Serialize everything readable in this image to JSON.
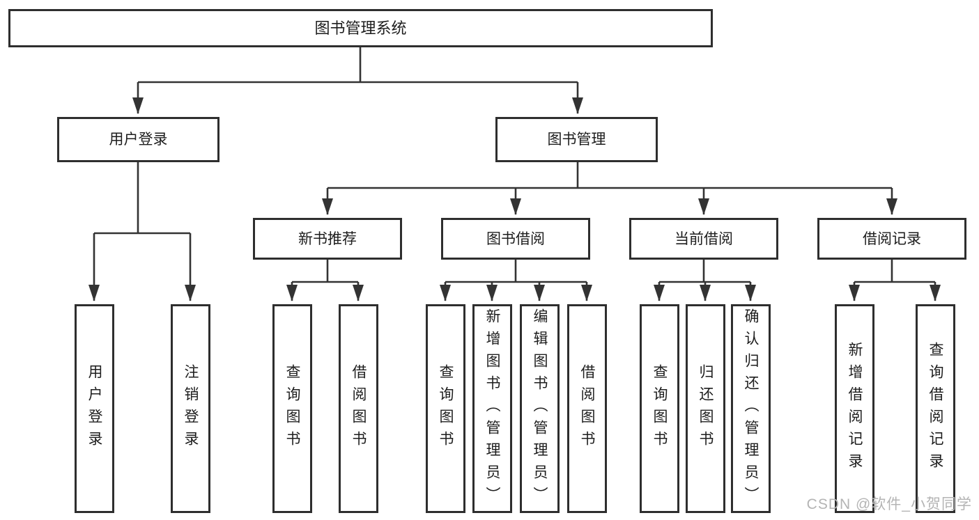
{
  "diagram": {
    "root": {
      "label": "图书管理系统"
    },
    "user_login": {
      "label": "用户登录",
      "children": [
        "用户登录",
        "注销登录"
      ]
    },
    "book_mgmt": {
      "label": "图书管理"
    },
    "new_book": {
      "label": "新书推荐",
      "children": [
        "查询图书",
        "借阅图书"
      ]
    },
    "book_borrow": {
      "label": "图书借阅",
      "children": [
        "查询图书",
        "新增图书（管理员）",
        "编辑图书（管理员）",
        "借阅图书"
      ]
    },
    "current_borrow": {
      "label": "当前借阅",
      "children": [
        "查询图书",
        "归还图书",
        "确认归还（管理员）"
      ]
    },
    "borrow_record": {
      "label": "借阅记录",
      "children": [
        "新增借阅记录",
        "查询借阅记录"
      ]
    },
    "watermark": "CSDN @软件_小贺同学",
    "colors": {
      "line": "#333333",
      "border": "#2e2e2e",
      "text": "#1d1d1d",
      "watermark": "#b4b4b4",
      "background": "#ffffff"
    }
  }
}
